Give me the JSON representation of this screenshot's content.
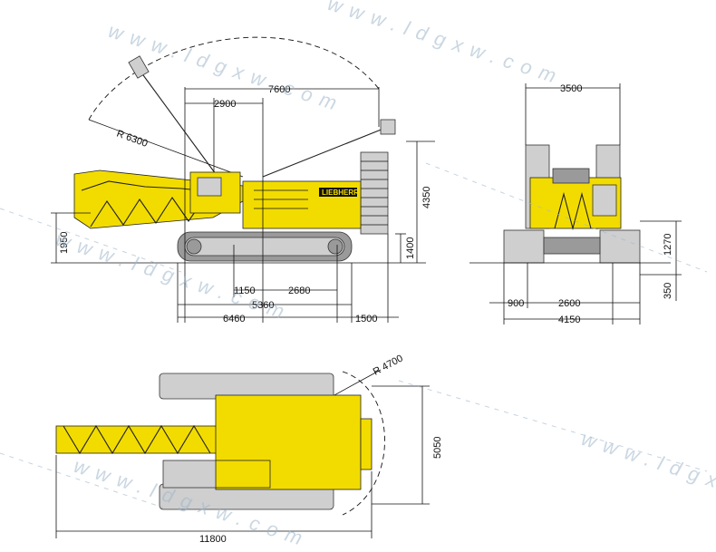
{
  "side_view": {
    "radius_label": "R 6300",
    "dims": {
      "d7600": "7600",
      "d2900": "2900",
      "d4350": "4350",
      "d1950": "1950",
      "d1400": "1400",
      "d1150": "1150",
      "d2680": "2680",
      "d5360": "5360",
      "d6460": "6460",
      "d1500": "1500"
    },
    "brand": "LIEBHERR"
  },
  "front_view": {
    "dims": {
      "d3500": "3500",
      "d1270": "1270",
      "d350": "350",
      "d900": "900",
      "d2600": "2600",
      "d4150": "4150"
    }
  },
  "top_view": {
    "radius_label": "R 4700",
    "dims": {
      "d5050": "5050",
      "d11800": "11800"
    }
  },
  "watermark": {
    "text": "www.ldgxw.com"
  },
  "colors": {
    "crane_yellow": "#f2dc00",
    "track_grey": "#cfcfcf",
    "watermark": "#9fb7cc"
  }
}
